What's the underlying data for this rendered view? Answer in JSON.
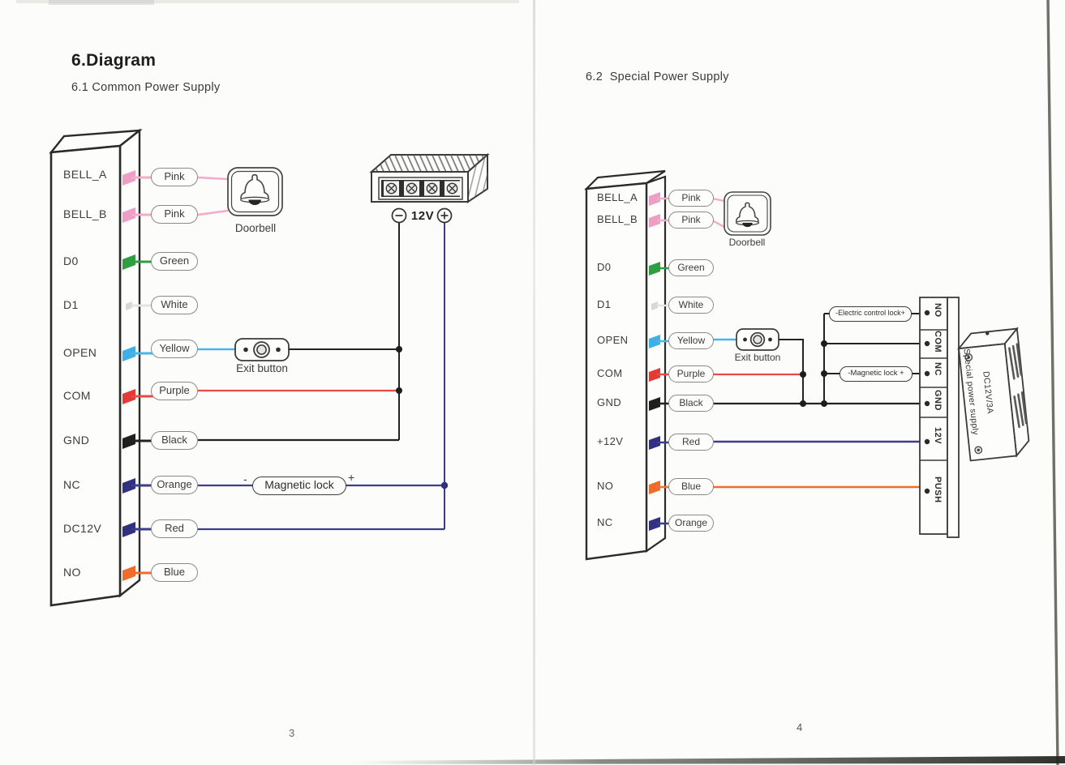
{
  "colors": {
    "ink": "#2b2b2b",
    "black_wire": "#232323",
    "navy_wire": "#3c3c90",
    "red_wire": "#e84a44",
    "cyan_wire": "#48b6e9",
    "pink_wire": "#f3abca",
    "orange_wire": "#ee6d2d",
    "white_wire": "#e3e3df",
    "junction": "#1d1d1d",
    "junction_navy": "#30307d"
  },
  "left_page": {
    "title": "6.Diagram",
    "subtitle": "6.1 Common Power Supply",
    "page_number": "3",
    "terminals": [
      {
        "name": "BELL_A",
        "wire": "Pink",
        "tcolor": "#ec9ec4",
        "wcolor": "#f3abca"
      },
      {
        "name": "BELL_B",
        "wire": "Pink",
        "tcolor": "#ec9ec4",
        "wcolor": "#f3abca"
      },
      {
        "name": "D0",
        "wire": "Green",
        "tcolor": "#2f9e41",
        "wcolor": "#2f9e41"
      },
      {
        "name": "D1",
        "wire": "White",
        "tcolor": "#ededе9",
        "wcolor": "#e3e3df"
      },
      {
        "name": "OPEN",
        "wire": "Yellow",
        "tcolor": "#3fb0e6",
        "wcolor": "#48b6e9"
      },
      {
        "name": "COM",
        "wire": "Purple",
        "tcolor": "#e23a34",
        "wcolor": "#e84a44"
      },
      {
        "name": "GND",
        "wire": "Black",
        "tcolor": "#1f1f1f",
        "wcolor": "#232323"
      },
      {
        "name": "NC",
        "wire": "Orange",
        "tcolor": "#31317f",
        "wcolor": "#3c3c90"
      },
      {
        "name": "DC12V",
        "wire": "Red",
        "tcolor": "#31317f",
        "wcolor": "#3c3c90"
      },
      {
        "name": "NO",
        "wire": "Blue",
        "tcolor": "#ee6d2d",
        "wcolor": "#ee6d2d"
      }
    ],
    "doorbell_label": "Doorbell",
    "exit_button_label": "Exit button",
    "magnetic_lock_label": "Magnetic lock",
    "minus": "-",
    "plus": "+",
    "psu_voltage": "12V"
  },
  "right_page": {
    "subtitle": "6.2  Special Power Supply",
    "page_number": "4",
    "terminals": [
      {
        "name": "BELL_A",
        "wire": "Pink",
        "tcolor": "#ec9ec4",
        "wcolor": "#f3abca"
      },
      {
        "name": "BELL_B",
        "wire": "Pink",
        "tcolor": "#ec9ec4",
        "wcolor": "#f3abca"
      },
      {
        "name": "D0",
        "wire": "Green",
        "tcolor": "#2f9e41",
        "wcolor": "#2f9e41"
      },
      {
        "name": "D1",
        "wire": "White",
        "tcolor": "#ededе9",
        "wcolor": "#e3e3df"
      },
      {
        "name": "OPEN",
        "wire": "Yellow",
        "tcolor": "#3fb0e6",
        "wcolor": "#48b6e9"
      },
      {
        "name": "COM",
        "wire": "Purple",
        "tcolor": "#e23a34",
        "wcolor": "#e84a44"
      },
      {
        "name": "GND",
        "wire": "Black",
        "tcolor": "#1f1f1f",
        "wcolor": "#232323"
      },
      {
        "name": "+12V",
        "wire": "Red",
        "tcolor": "#31317f",
        "wcolor": "#3c3c90"
      },
      {
        "name": "NO",
        "wire": "Blue",
        "tcolor": "#ee6d2d",
        "wcolor": "#f0703a"
      },
      {
        "name": "NC",
        "wire": "Orange",
        "tcolor": "#31317f",
        "wcolor": "#3c3c90"
      }
    ],
    "doorbell_label": "Doorbell",
    "exit_button_label": "Exit button",
    "electric_lock_label": "-Electric control lock+",
    "magnetic_lock_label": "-Magnetic lock +",
    "strip": [
      "NO",
      "COM",
      "NC",
      "GND",
      "12V",
      "PUSH"
    ],
    "psu_name": "Special power supply",
    "psu_spec": "DC12V/3A"
  }
}
